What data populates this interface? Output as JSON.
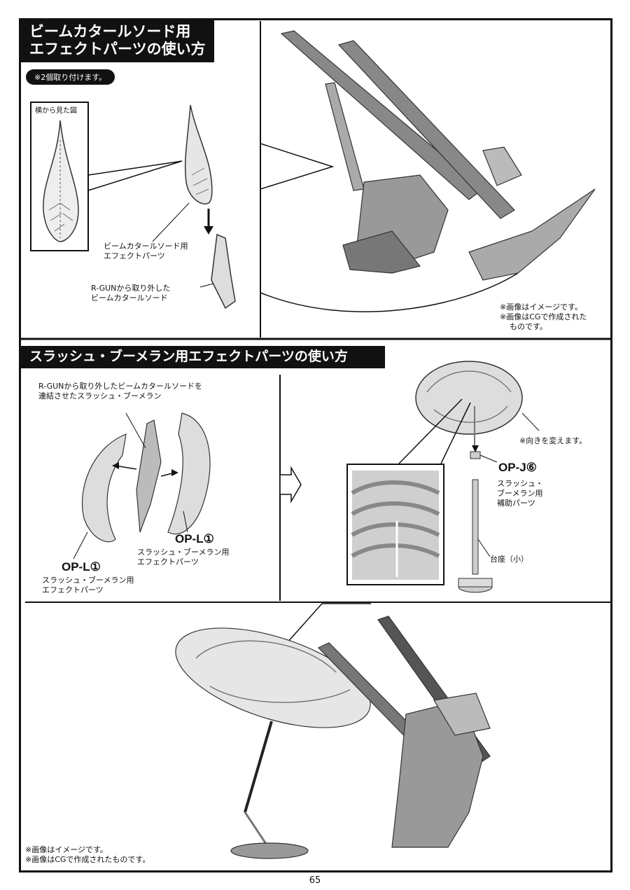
{
  "section1": {
    "title_line1": "ビームカタールソード用",
    "title_line2": "エフェクトパーツの使い方",
    "note": "※2個取り付けます。",
    "side_view_label": "横から見た図",
    "effect_parts_label_line1": "ビームカタールソード用",
    "effect_parts_label_line2": "エフェクトパーツ",
    "removed_sword_label_line1": "R-GUNから取り外した",
    "removed_sword_label_line2": "ビームカタールソード",
    "image_note_line1": "※画像はイメージです。",
    "image_note_line2": "※画像はCGで作成された",
    "image_note_line3": "ものです。"
  },
  "section2": {
    "title": "スラッシュ・ブーメラン用エフェクトパーツの使い方",
    "connected_label_line1": "R-GUNから取り外したビームカタールソードを",
    "connected_label_line2": "連結させたスラッシュ・ブーメラン",
    "part_right_code": "OP-L①",
    "part_right_line1": "スラッシュ・ブーメラン用",
    "part_right_line2": "エフェクトパーツ",
    "part_left_code": "OP-L①",
    "part_left_line1": "スラッシュ・ブーメラン用",
    "part_left_line2": "エフェクトパーツ",
    "rotate_note": "※向きを変えます。",
    "support_code": "OP-J⑥",
    "support_line1": "スラッシュ・",
    "support_line2": "ブーメラン用",
    "support_line3": "補助パーツ",
    "stand_label": "台座（小）"
  },
  "bottom": {
    "image_note_line1": "※画像はイメージです。",
    "image_note_line2": "※画像はCGで作成されたものです。"
  },
  "page_number": "65"
}
